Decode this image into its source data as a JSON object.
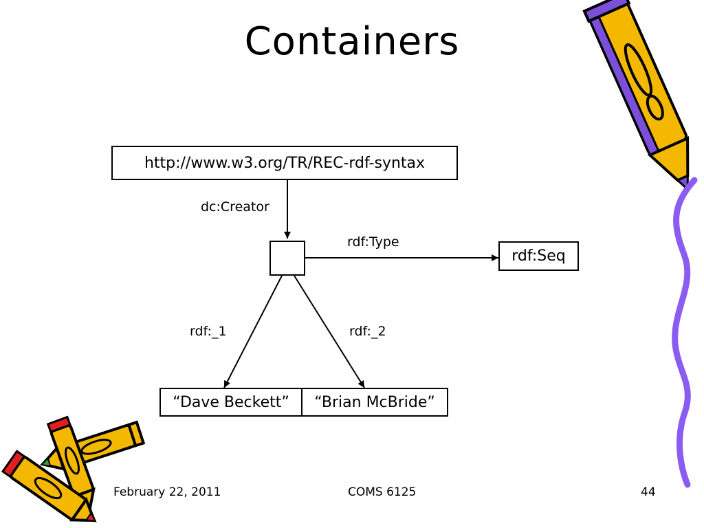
{
  "slide": {
    "title": "Containers"
  },
  "diagram": {
    "nodes": {
      "resource": "http://www.w3.org/TR/REC-rdf-syntax",
      "blank": "",
      "seq": "rdf:Seq",
      "dave": "“Dave Beckett”",
      "brian": "“Brian McBride”"
    },
    "edges": {
      "creator": "dc:Creator",
      "type": "rdf:Type",
      "first": "rdf:_1",
      "second": "rdf:_2"
    }
  },
  "footer": {
    "date": "February 22, 2011",
    "course": "COMS 6125",
    "page": "44"
  },
  "decorations": {
    "top_pencil": "pencil-icon",
    "bottom_pencils": "pencils-icon",
    "right_border": "wavy-line-icon",
    "colors": {
      "pencil_yellow": "#F5B800",
      "pencil_purple": "#7B4FD8",
      "pencil_red": "#E02020",
      "pencil_green": "#2EA043",
      "border_purple": "#8A5CF0"
    }
  }
}
